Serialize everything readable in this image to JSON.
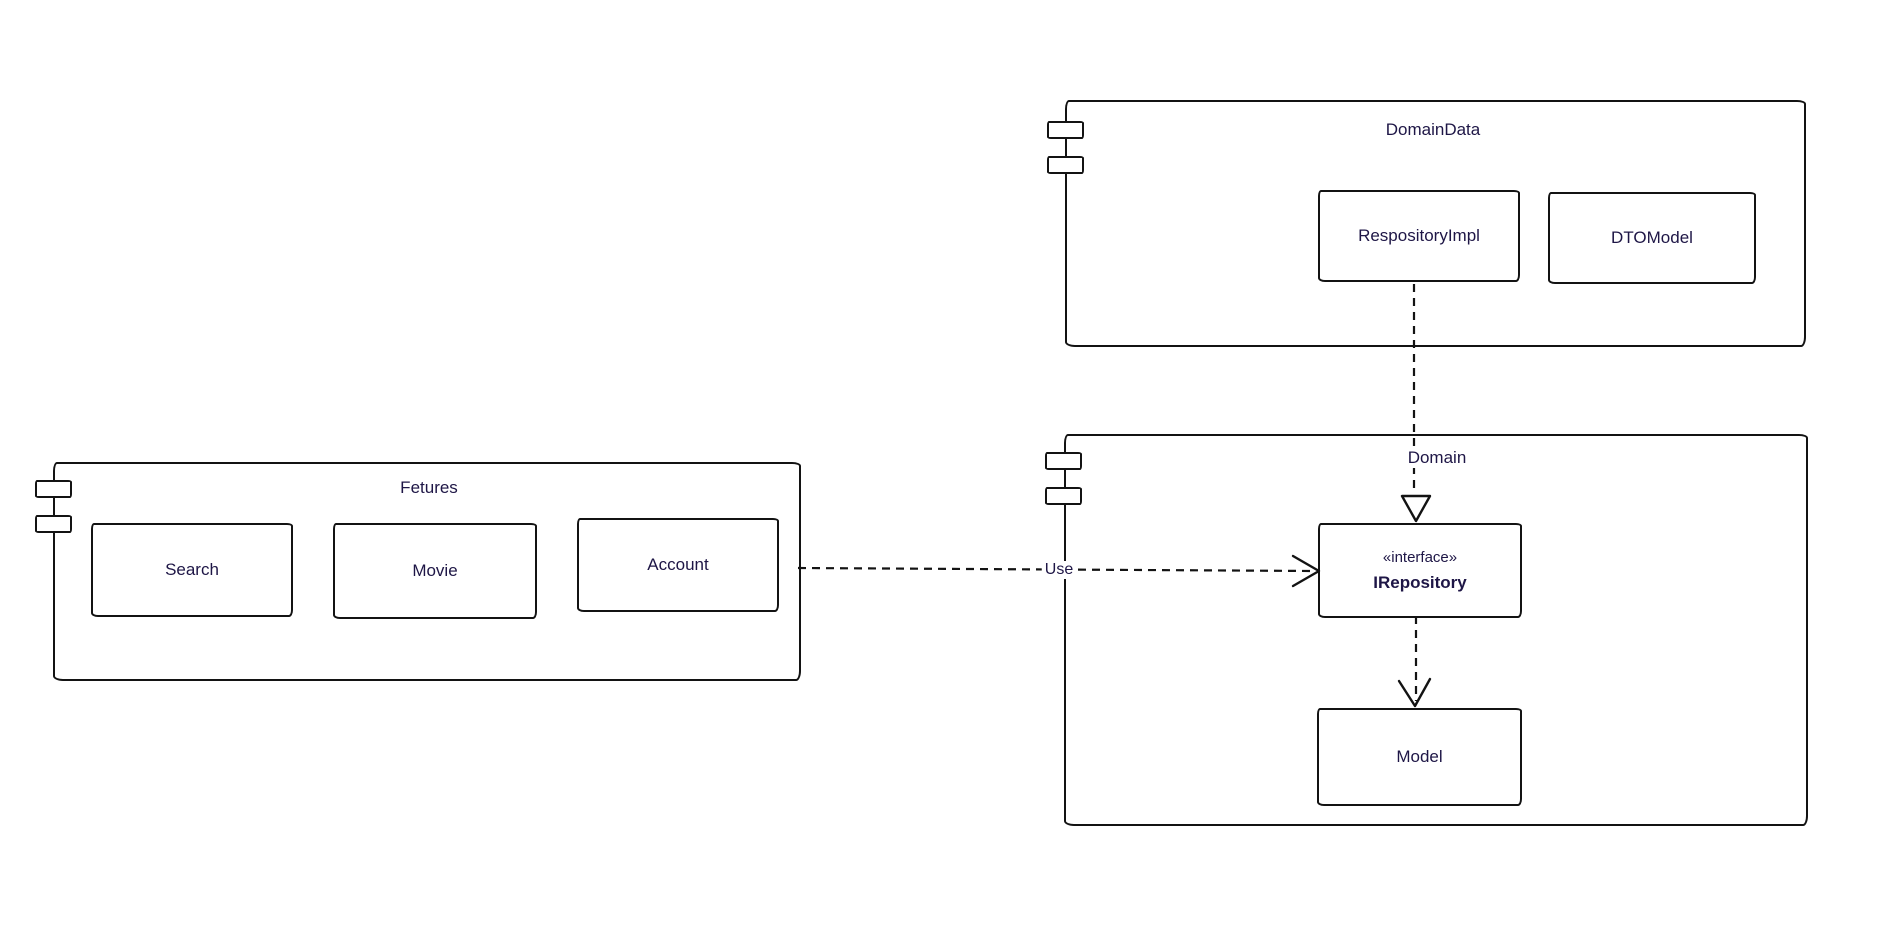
{
  "diagram_type": "uml-component-diagram",
  "colors": {
    "background": "#ffffff",
    "stroke": "#131313",
    "text": "#1e1646"
  },
  "icons": {
    "package_icon": "uml-component-icon"
  },
  "packages": {
    "features": {
      "title": "Fetures",
      "nodes": {
        "search": {
          "label": "Search"
        },
        "movie": {
          "label": "Movie"
        },
        "account": {
          "label": "Account"
        }
      }
    },
    "domain_data": {
      "title": "DomainData",
      "nodes": {
        "repository_impl": {
          "label": "RespositoryImpl"
        },
        "dto_model": {
          "label": "DTOModel"
        }
      }
    },
    "domain": {
      "title": "Domain",
      "nodes": {
        "irepository": {
          "stereotype": "«interface»",
          "label": "IRepository"
        },
        "model": {
          "label": "Model"
        }
      }
    }
  },
  "edges": {
    "impl_realizes_irepository": {
      "from": "RespositoryImpl",
      "to": "IRepository",
      "type": "realization",
      "line_style": "dashed",
      "arrowhead": "open-triangle"
    },
    "irepository_to_model": {
      "from": "IRepository",
      "to": "Model",
      "type": "dependency",
      "line_style": "dashed",
      "arrowhead": "open-v"
    },
    "features_use_irepository": {
      "from": "Fetures",
      "to": "IRepository",
      "type": "dependency",
      "line_style": "dashed",
      "arrowhead": "open-v",
      "label": "Use"
    }
  }
}
